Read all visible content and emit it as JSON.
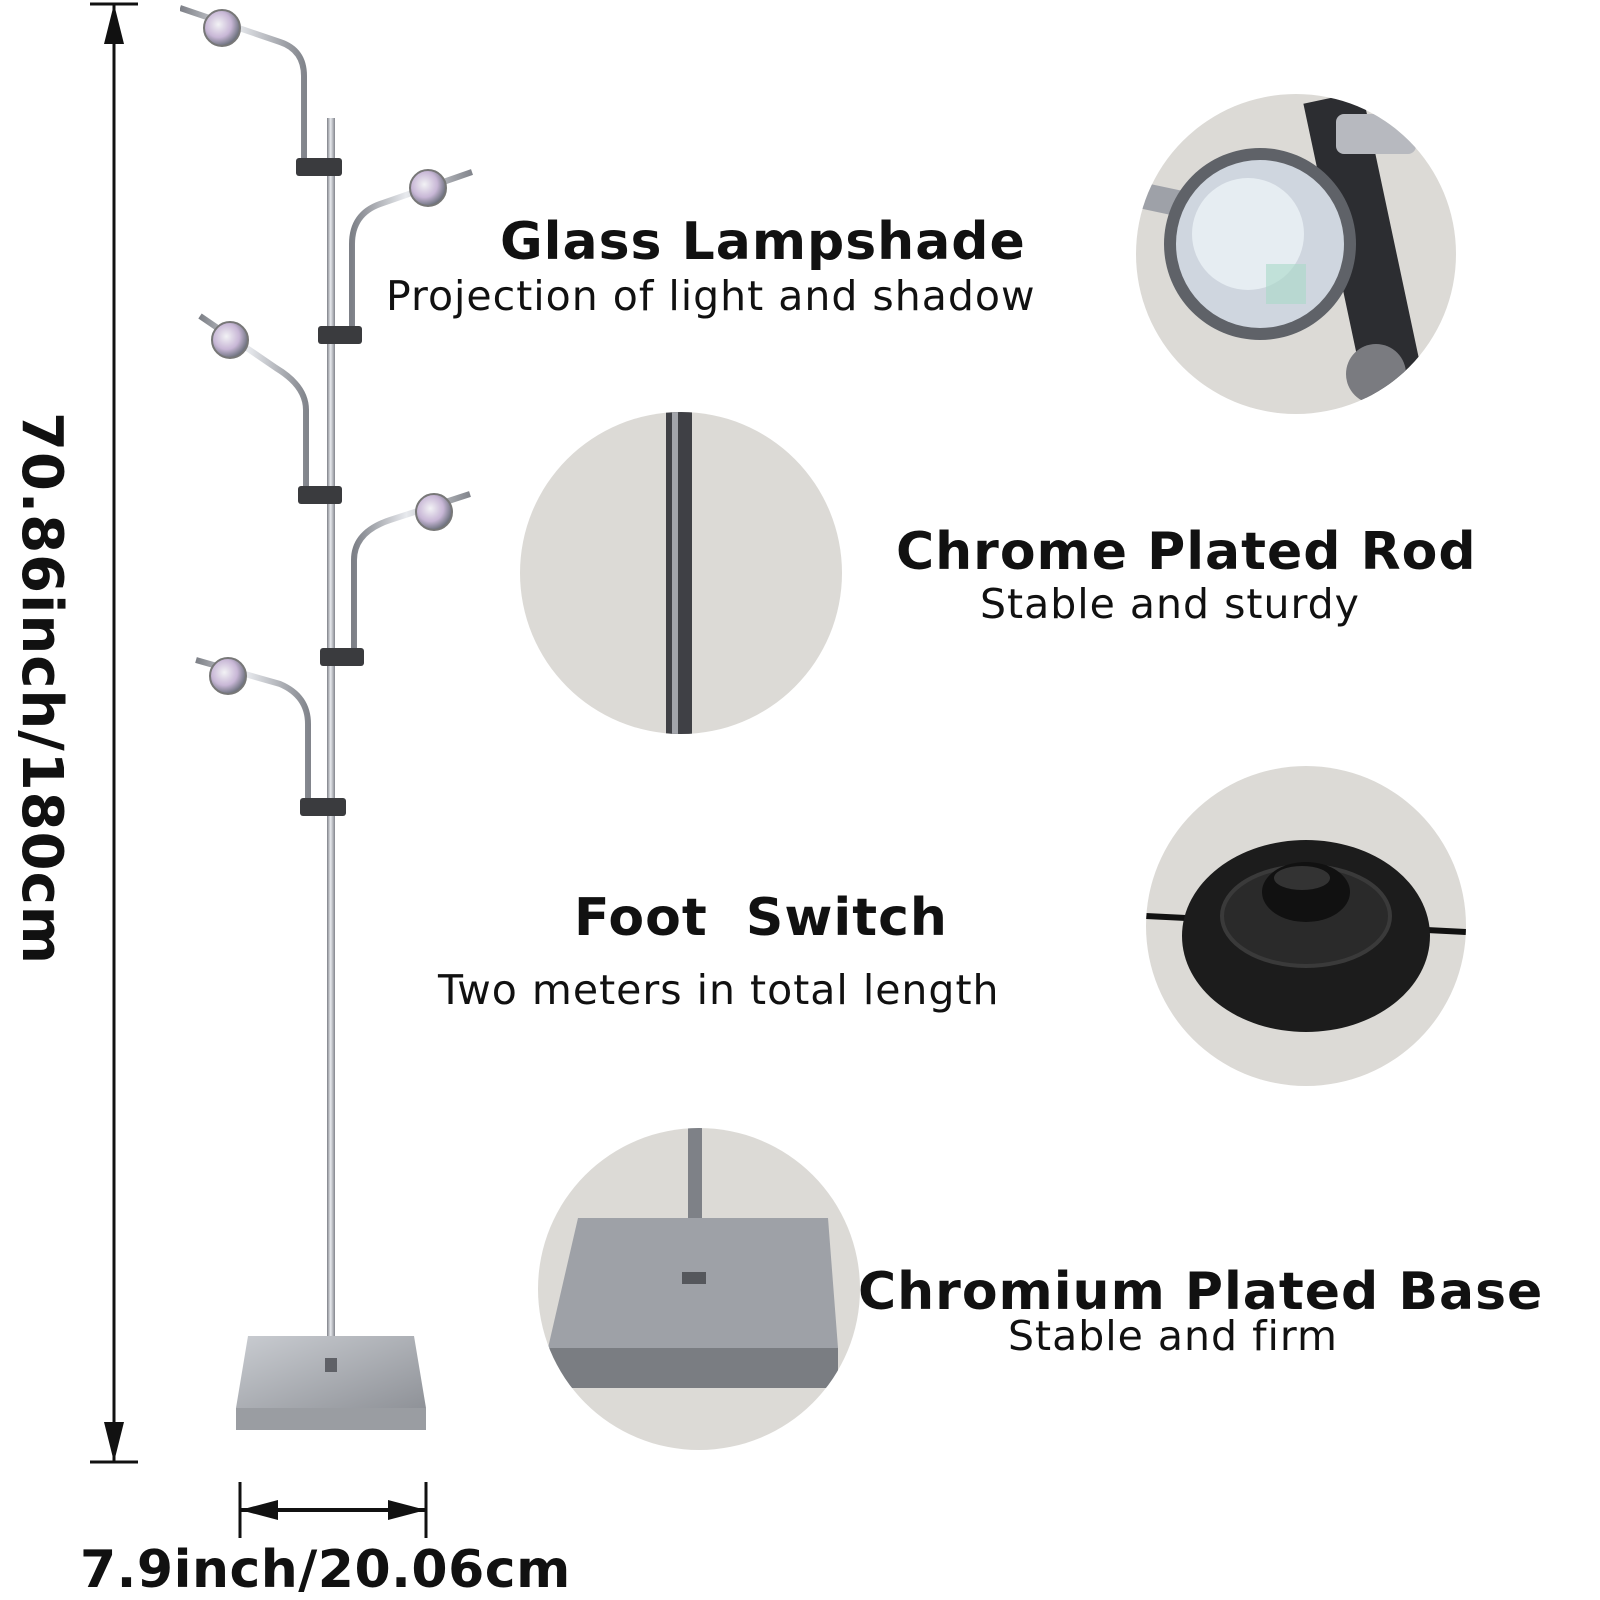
{
  "dimensions": {
    "height_label": "70.86inch/180cm",
    "width_label": "7.9inch/20.06cm"
  },
  "features": [
    {
      "title": "Glass Lampshade",
      "subtitle": "Projection of light and shadow"
    },
    {
      "title": "Chrome Plated Rod",
      "subtitle": "Stable and sturdy"
    },
    {
      "title": "Foot  Switch",
      "subtitle": "Two meters in total length"
    },
    {
      "title": "Chromium Plated Base",
      "subtitle": "Stable and firm"
    }
  ],
  "colors": {
    "text": "#111111",
    "chrome": "#a9acb2",
    "circle_bg": "#dcdad6",
    "switch": "#1c1c1c"
  }
}
